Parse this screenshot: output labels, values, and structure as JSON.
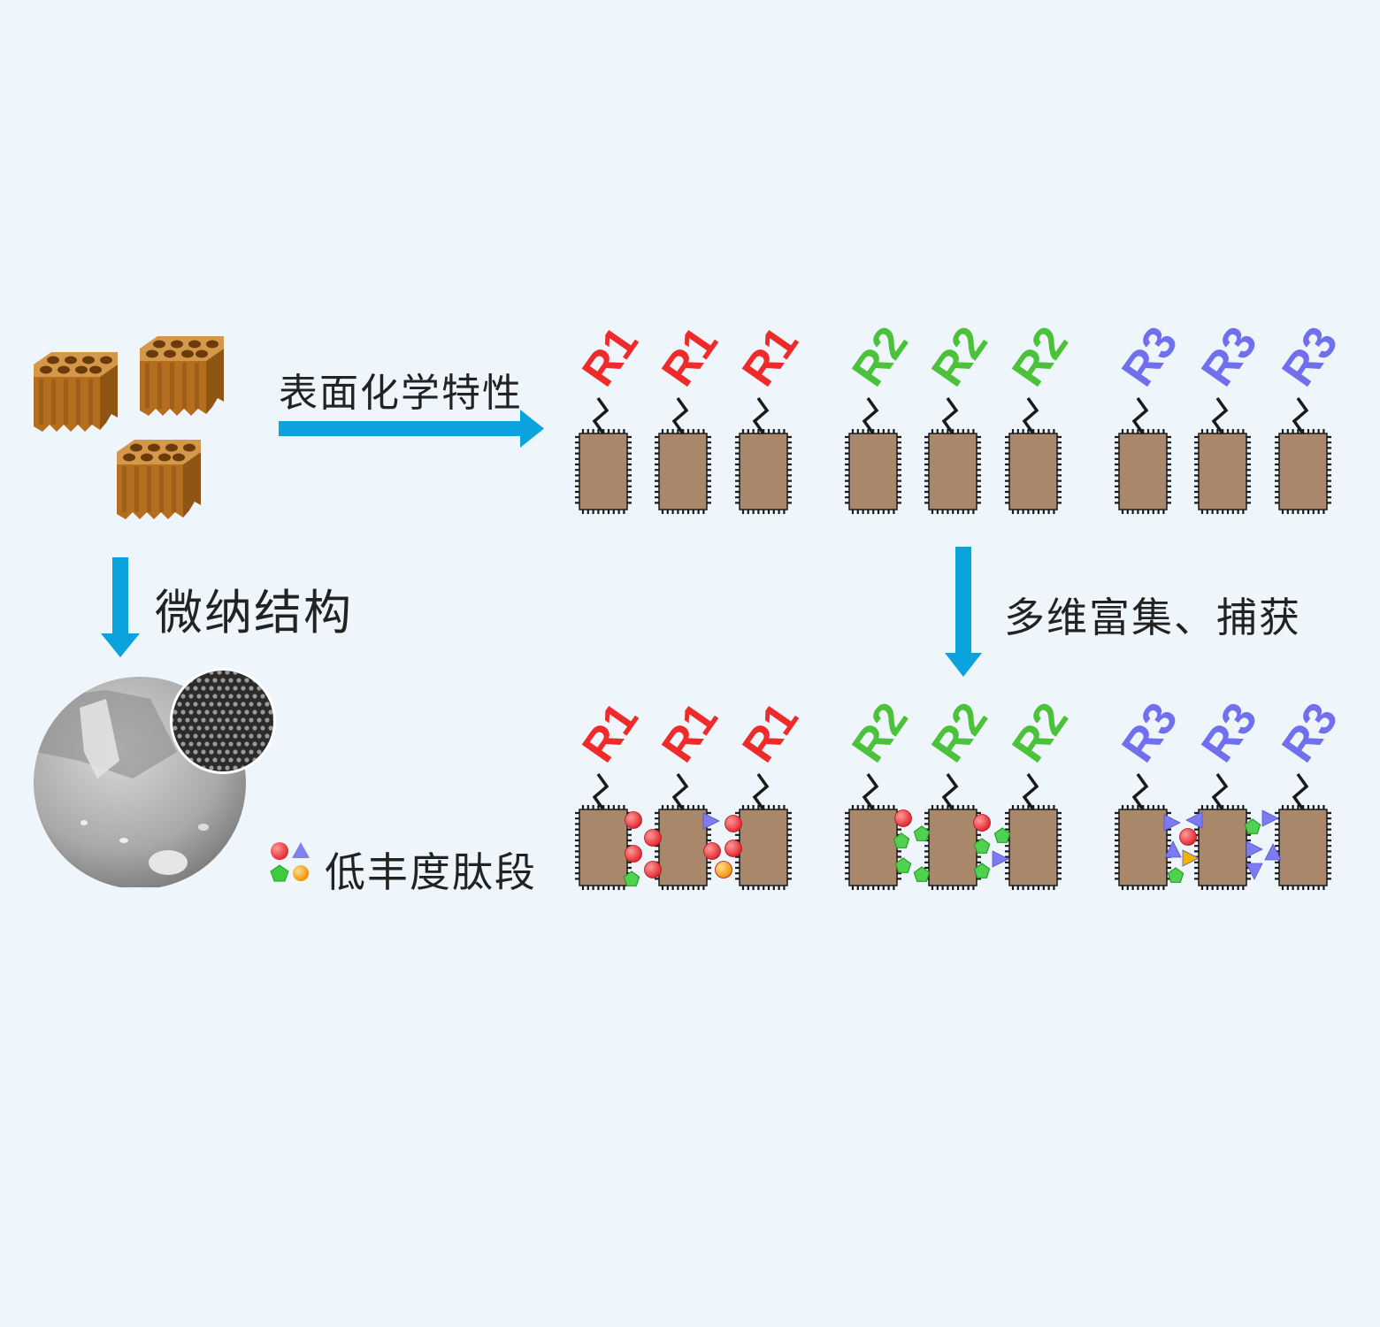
{
  "labels": {
    "surface_chemistry": "表面化学特性",
    "micro_nano": "微纳结构",
    "enrichment": "多维富集、捕获",
    "low_abundance": "低丰度肽段"
  },
  "groups": [
    {
      "label": "R1",
      "color": "#ee2a2a"
    },
    {
      "label": "R2",
      "color": "#4cc23a"
    },
    {
      "label": "R3",
      "color": "#7070ee"
    }
  ],
  "colors": {
    "arrow": "#0aa3de",
    "particle": "#a9876a",
    "honeycomb": "#b97424",
    "background": "#eef6fc"
  },
  "icons": [
    "honeycomb-particle-icon",
    "sem-micrograph-icon",
    "peptide-legend-icon",
    "down-arrow-icon",
    "right-arrow-icon"
  ]
}
